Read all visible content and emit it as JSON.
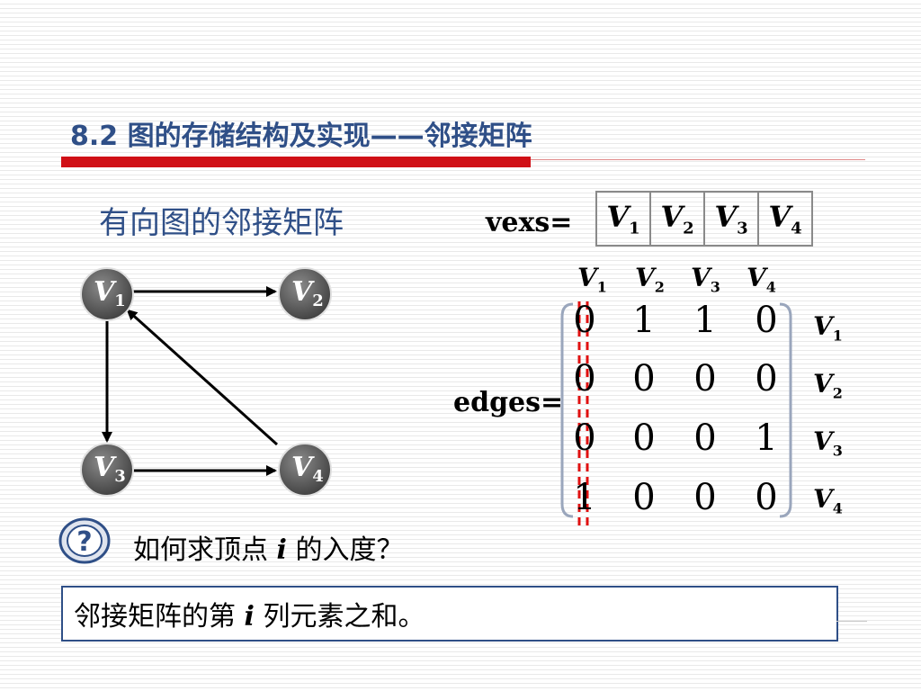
{
  "title": {
    "number": "8.2",
    "text": "图的存储结构及实现——邻接矩阵"
  },
  "subtitle": "有向图的邻接矩阵",
  "vexs": {
    "label": "vexs=",
    "cells": [
      {
        "letter": "V",
        "sub": "1"
      },
      {
        "letter": "V",
        "sub": "2"
      },
      {
        "letter": "V",
        "sub": "3"
      },
      {
        "letter": "V",
        "sub": "4"
      }
    ]
  },
  "graph": {
    "nodes": [
      {
        "letter": "V",
        "sub": "1"
      },
      {
        "letter": "V",
        "sub": "2"
      },
      {
        "letter": "V",
        "sub": "3"
      },
      {
        "letter": "V",
        "sub": "4"
      }
    ],
    "edges": [
      {
        "from": "V1",
        "to": "V2"
      },
      {
        "from": "V1",
        "to": "V3"
      },
      {
        "from": "V3",
        "to": "V4"
      },
      {
        "from": "V4",
        "to": "V1"
      }
    ]
  },
  "matrix": {
    "label": "edges=",
    "col_headers": [
      {
        "letter": "V",
        "sub": "1"
      },
      {
        "letter": "V",
        "sub": "2"
      },
      {
        "letter": "V",
        "sub": "3"
      },
      {
        "letter": "V",
        "sub": "4"
      }
    ],
    "row_headers": [
      {
        "letter": "V",
        "sub": "1"
      },
      {
        "letter": "V",
        "sub": "2"
      },
      {
        "letter": "V",
        "sub": "3"
      },
      {
        "letter": "V",
        "sub": "4"
      }
    ],
    "rows": [
      [
        "0",
        "1",
        "1",
        "0"
      ],
      [
        "0",
        "0",
        "0",
        "0"
      ],
      [
        "0",
        "0",
        "0",
        "1"
      ],
      [
        "1",
        "0",
        "0",
        "0"
      ]
    ],
    "highlighted_column": 1
  },
  "question": {
    "icon": "question-icon",
    "before": "如何求顶点 ",
    "variable": "i",
    "after": " 的入度？"
  },
  "answer": {
    "before": "邻接矩阵的第 ",
    "variable": "i",
    "after": " 列元素之和。"
  },
  "colors": {
    "title": "#2f4f87",
    "accent_bar": "#d01016",
    "node_fill": "#5a5a5a",
    "highlight_dash": "#e01010"
  }
}
